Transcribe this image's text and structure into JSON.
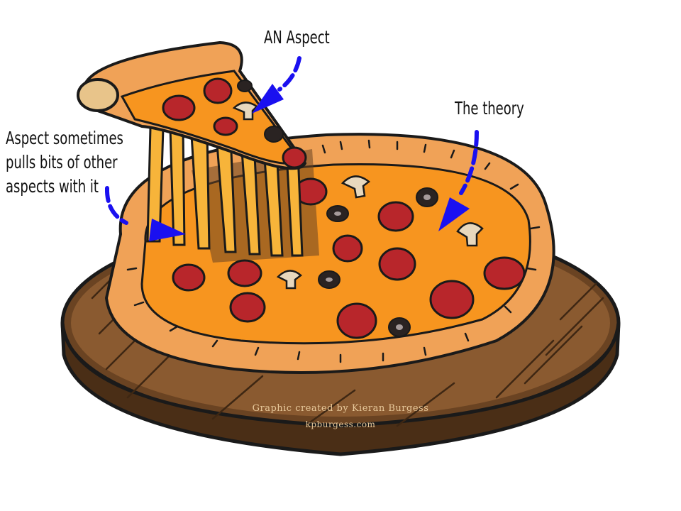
{
  "labels": {
    "an_aspect": "AN Aspect",
    "the_theory": "The theory",
    "pulls_line1": "Aspect sometimes",
    "pulls_line2": "pulls bits of other",
    "pulls_line3": "aspects with it"
  },
  "credit": {
    "line1": "Graphic created by Kieran Burgess",
    "line2": "kpburgess.com"
  },
  "colors": {
    "board_wood": "#8a5a30",
    "board_edge": "#5a3a1f",
    "crust": "#f0a257",
    "cheese": "#f7951f",
    "pepperoni": "#b8262b",
    "olive": "#2a2322",
    "mushroom": "#e8d8bd",
    "arrow": "#1a10f0",
    "outline": "#1a1a1a"
  }
}
